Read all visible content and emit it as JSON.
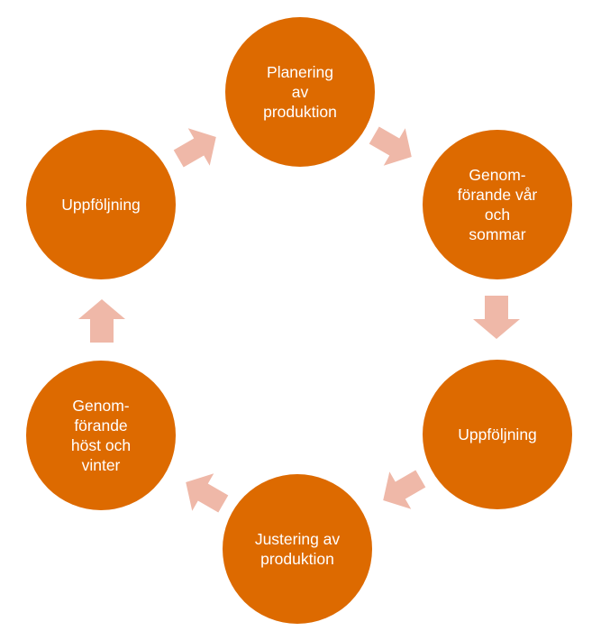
{
  "diagram": {
    "type": "cycle",
    "colors": {
      "node_fill": "#dd6a00",
      "arrow_fill": "#efb8a8",
      "label_text": "#ffffff",
      "background": "#ffffff"
    },
    "nodes": [
      {
        "id": "planering",
        "label": "Planering\nav\nproduktion"
      },
      {
        "id": "genomforande-var-sommar",
        "label": "Genom-\nförande vår\noch\nsommar"
      },
      {
        "id": "uppfoljning-1",
        "label": "Uppföljning"
      },
      {
        "id": "justering",
        "label": "Justering av\nproduktion"
      },
      {
        "id": "genomforande-host-vinter",
        "label": "Genom-\nförande\nhöst och\nvinter"
      },
      {
        "id": "uppfoljning-2",
        "label": "Uppföljning"
      }
    ],
    "edges": [
      {
        "from": "planering",
        "to": "genomforande-var-sommar"
      },
      {
        "from": "genomforande-var-sommar",
        "to": "uppfoljning-1"
      },
      {
        "from": "uppfoljning-1",
        "to": "justering"
      },
      {
        "from": "justering",
        "to": "genomforande-host-vinter"
      },
      {
        "from": "genomforande-host-vinter",
        "to": "uppfoljning-2"
      },
      {
        "from": "uppfoljning-2",
        "to": "planering"
      }
    ]
  }
}
